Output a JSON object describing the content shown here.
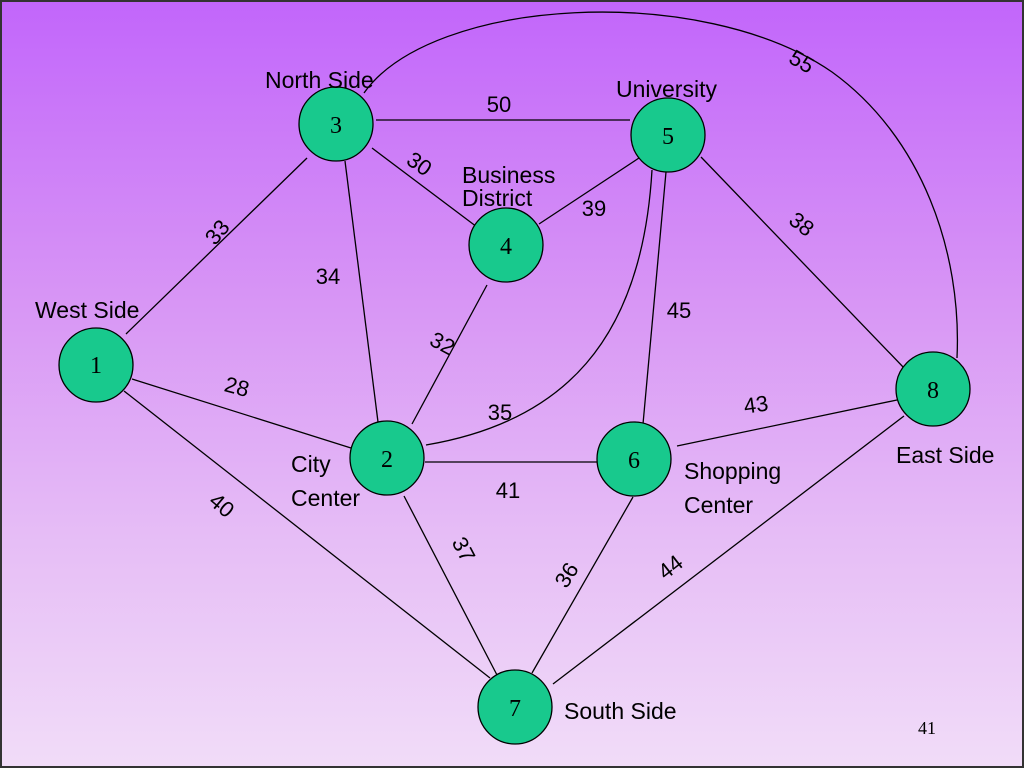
{
  "nodes": [
    {
      "id": "1",
      "label": "West Side"
    },
    {
      "id": "2",
      "label": "City Center"
    },
    {
      "id": "3",
      "label": "North Side"
    },
    {
      "id": "4",
      "label": "Business District"
    },
    {
      "id": "5",
      "label": "University"
    },
    {
      "id": "6",
      "label": "Shopping Center"
    },
    {
      "id": "7",
      "label": "South Side"
    },
    {
      "id": "8",
      "label": "East Side"
    }
  ],
  "edges": [
    {
      "from": "1",
      "to": "2",
      "weight": "28"
    },
    {
      "from": "1",
      "to": "3",
      "weight": "33"
    },
    {
      "from": "1",
      "to": "7",
      "weight": "40"
    },
    {
      "from": "2",
      "to": "3",
      "weight": "34"
    },
    {
      "from": "2",
      "to": "4",
      "weight": "32"
    },
    {
      "from": "2",
      "to": "5",
      "weight": "35"
    },
    {
      "from": "2",
      "to": "6",
      "weight": "41"
    },
    {
      "from": "2",
      "to": "7",
      "weight": "37"
    },
    {
      "from": "3",
      "to": "4",
      "weight": "30"
    },
    {
      "from": "3",
      "to": "5",
      "weight": "50"
    },
    {
      "from": "3",
      "to": "8",
      "weight": "55"
    },
    {
      "from": "4",
      "to": "5",
      "weight": "39"
    },
    {
      "from": "5",
      "to": "6",
      "weight": "45"
    },
    {
      "from": "5",
      "to": "8",
      "weight": "38"
    },
    {
      "from": "6",
      "to": "7",
      "weight": "36"
    },
    {
      "from": "6",
      "to": "8",
      "weight": "43"
    },
    {
      "from": "7",
      "to": "8",
      "weight": "44"
    }
  ],
  "page_number": "41",
  "colors": {
    "node_fill": "#18c98d",
    "background_top": "#c266fb",
    "background_bottom": "#f1dcf8"
  }
}
